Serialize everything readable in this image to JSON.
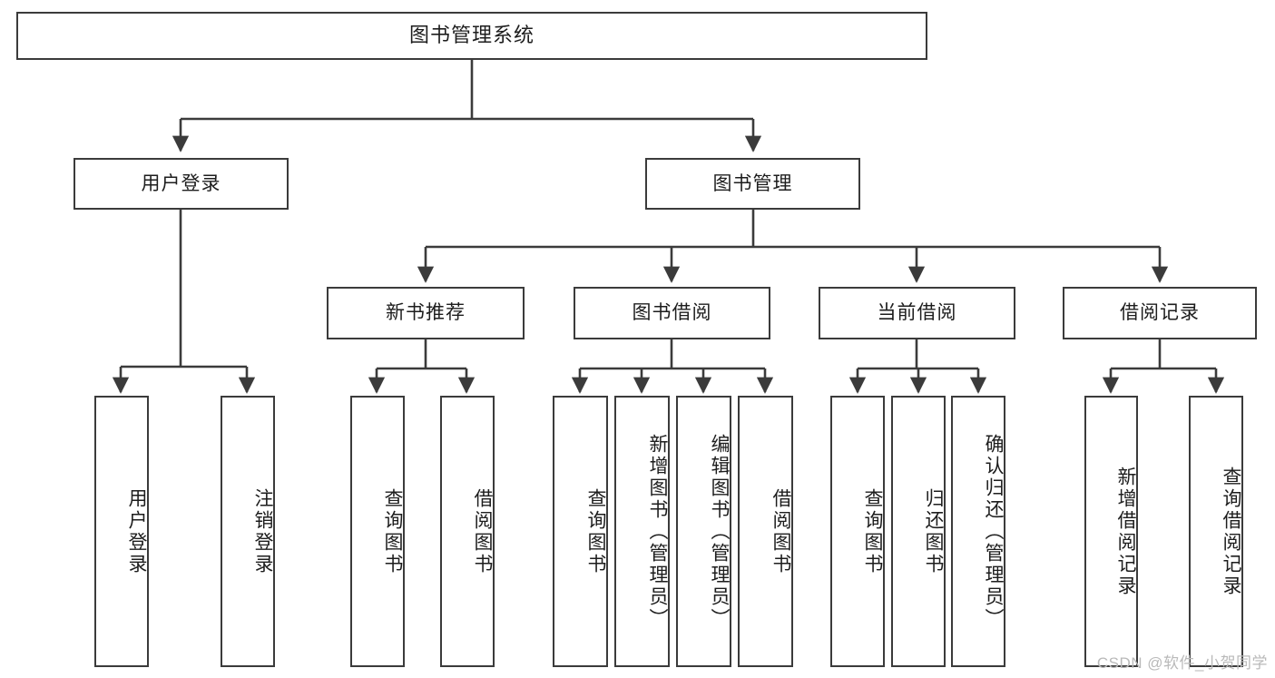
{
  "diagram": {
    "kind": "tree-hierarchy-chart",
    "title": "图书管理系统",
    "watermark": "CSDN @软件_小贺同学",
    "colors": {
      "box_border": "#3b3b3b",
      "box_fill": "#ffffff",
      "connector": "#3b3b3b",
      "text": "#1d1d1d",
      "watermark": "#b9b9b9",
      "background": "#ffffff"
    },
    "root": {
      "label": "图书管理系统"
    },
    "level2": [
      {
        "id": "user-login",
        "label": "用户登录"
      },
      {
        "id": "book-management",
        "label": "图书管理"
      }
    ],
    "level3": [
      {
        "id": "new-book-recommend",
        "label": "新书推荐",
        "parent": "book-management"
      },
      {
        "id": "book-borrow",
        "label": "图书借阅",
        "parent": "book-management"
      },
      {
        "id": "current-borrow",
        "label": "当前借阅",
        "parent": "book-management"
      },
      {
        "id": "borrow-record",
        "label": "借阅记录",
        "parent": "book-management"
      }
    ],
    "leaves": {
      "user-login": [
        {
          "id": "leaf-user-login",
          "label": "用户登录"
        },
        {
          "id": "leaf-user-logout",
          "label": "注销登录"
        }
      ],
      "new-book-recommend": [
        {
          "id": "leaf-query-book-1",
          "label": "查询图书"
        },
        {
          "id": "leaf-borrow-book-1",
          "label": "借阅图书"
        }
      ],
      "book-borrow": [
        {
          "id": "leaf-query-book-2",
          "label": "查询图书"
        },
        {
          "id": "leaf-add-book",
          "label": "新增图书（管理员）"
        },
        {
          "id": "leaf-edit-book",
          "label": "编辑图书（管理员）"
        },
        {
          "id": "leaf-borrow-book-2",
          "label": "借阅图书"
        }
      ],
      "current-borrow": [
        {
          "id": "leaf-query-book-3",
          "label": "查询图书"
        },
        {
          "id": "leaf-return-book",
          "label": "归还图书"
        },
        {
          "id": "leaf-confirm-return",
          "label": "确认归还（管理员）"
        }
      ],
      "borrow-record": [
        {
          "id": "leaf-add-record",
          "label": "新增借阅记录"
        },
        {
          "id": "leaf-query-record",
          "label": "查询借阅记录"
        }
      ]
    }
  }
}
